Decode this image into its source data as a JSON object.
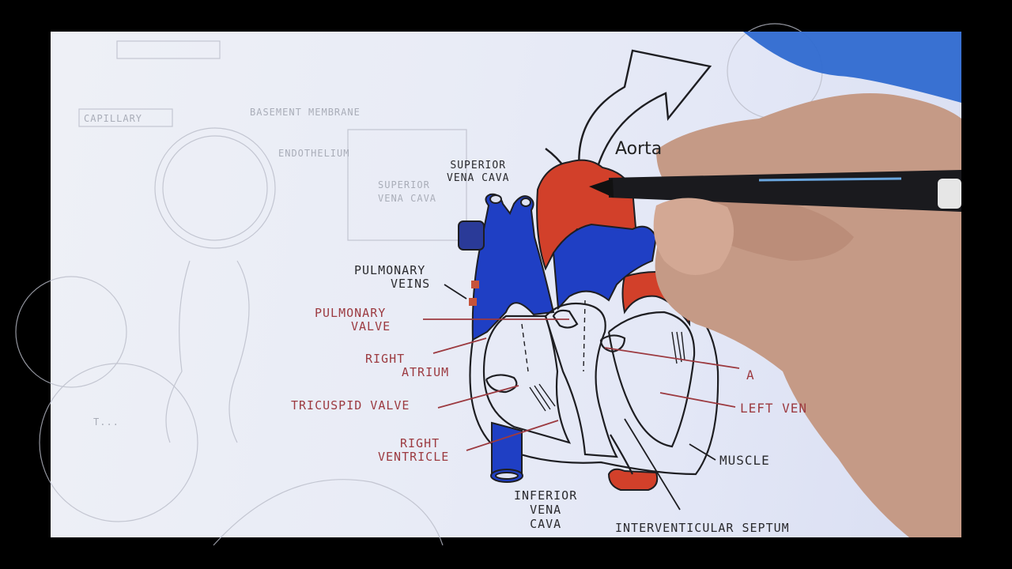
{
  "diagram": {
    "subject": "Heart anatomy (hand-drawn, labeled)",
    "colors": {
      "deoxygenated_blue": "#1f3fc4",
      "oxygenated_red": "#d2402a",
      "ink": "#1e1e22",
      "label_red": "#9c3a40",
      "paper": "#eceff6",
      "letterbox": "#000000"
    },
    "labels": {
      "aorta": "Aorta",
      "superior_vena_cava": [
        "SUPERIOR",
        "VENA CAVA"
      ],
      "pulmonary_veins": [
        "PULMONARY",
        "VEINS"
      ],
      "pulmonary_valve": [
        "PULMONARY",
        "VALVE"
      ],
      "right_atrium": [
        "RIGHT",
        "ATRIUM"
      ],
      "tricuspid_valve": "TRICUSPID VALVE",
      "right_ventricle": [
        "RIGHT",
        "VENTRICLE"
      ],
      "inferior_vena_cava": [
        "INFERIOR",
        "VENA",
        "CAVA"
      ],
      "interventricular_septum": "INTERVENTICULAR SEPTUM",
      "muscle": "MUSCLE",
      "left_ventricle_partial": "LEFT VEN",
      "aortic_valve_partial": "A"
    },
    "background_sketches": {
      "faint_labels": [
        "CAPILLARY",
        "BASEMENT MEMBRANE",
        "ENDOTHELIUM",
        "SUPERIOR VENA CAVA",
        "T..."
      ]
    }
  }
}
